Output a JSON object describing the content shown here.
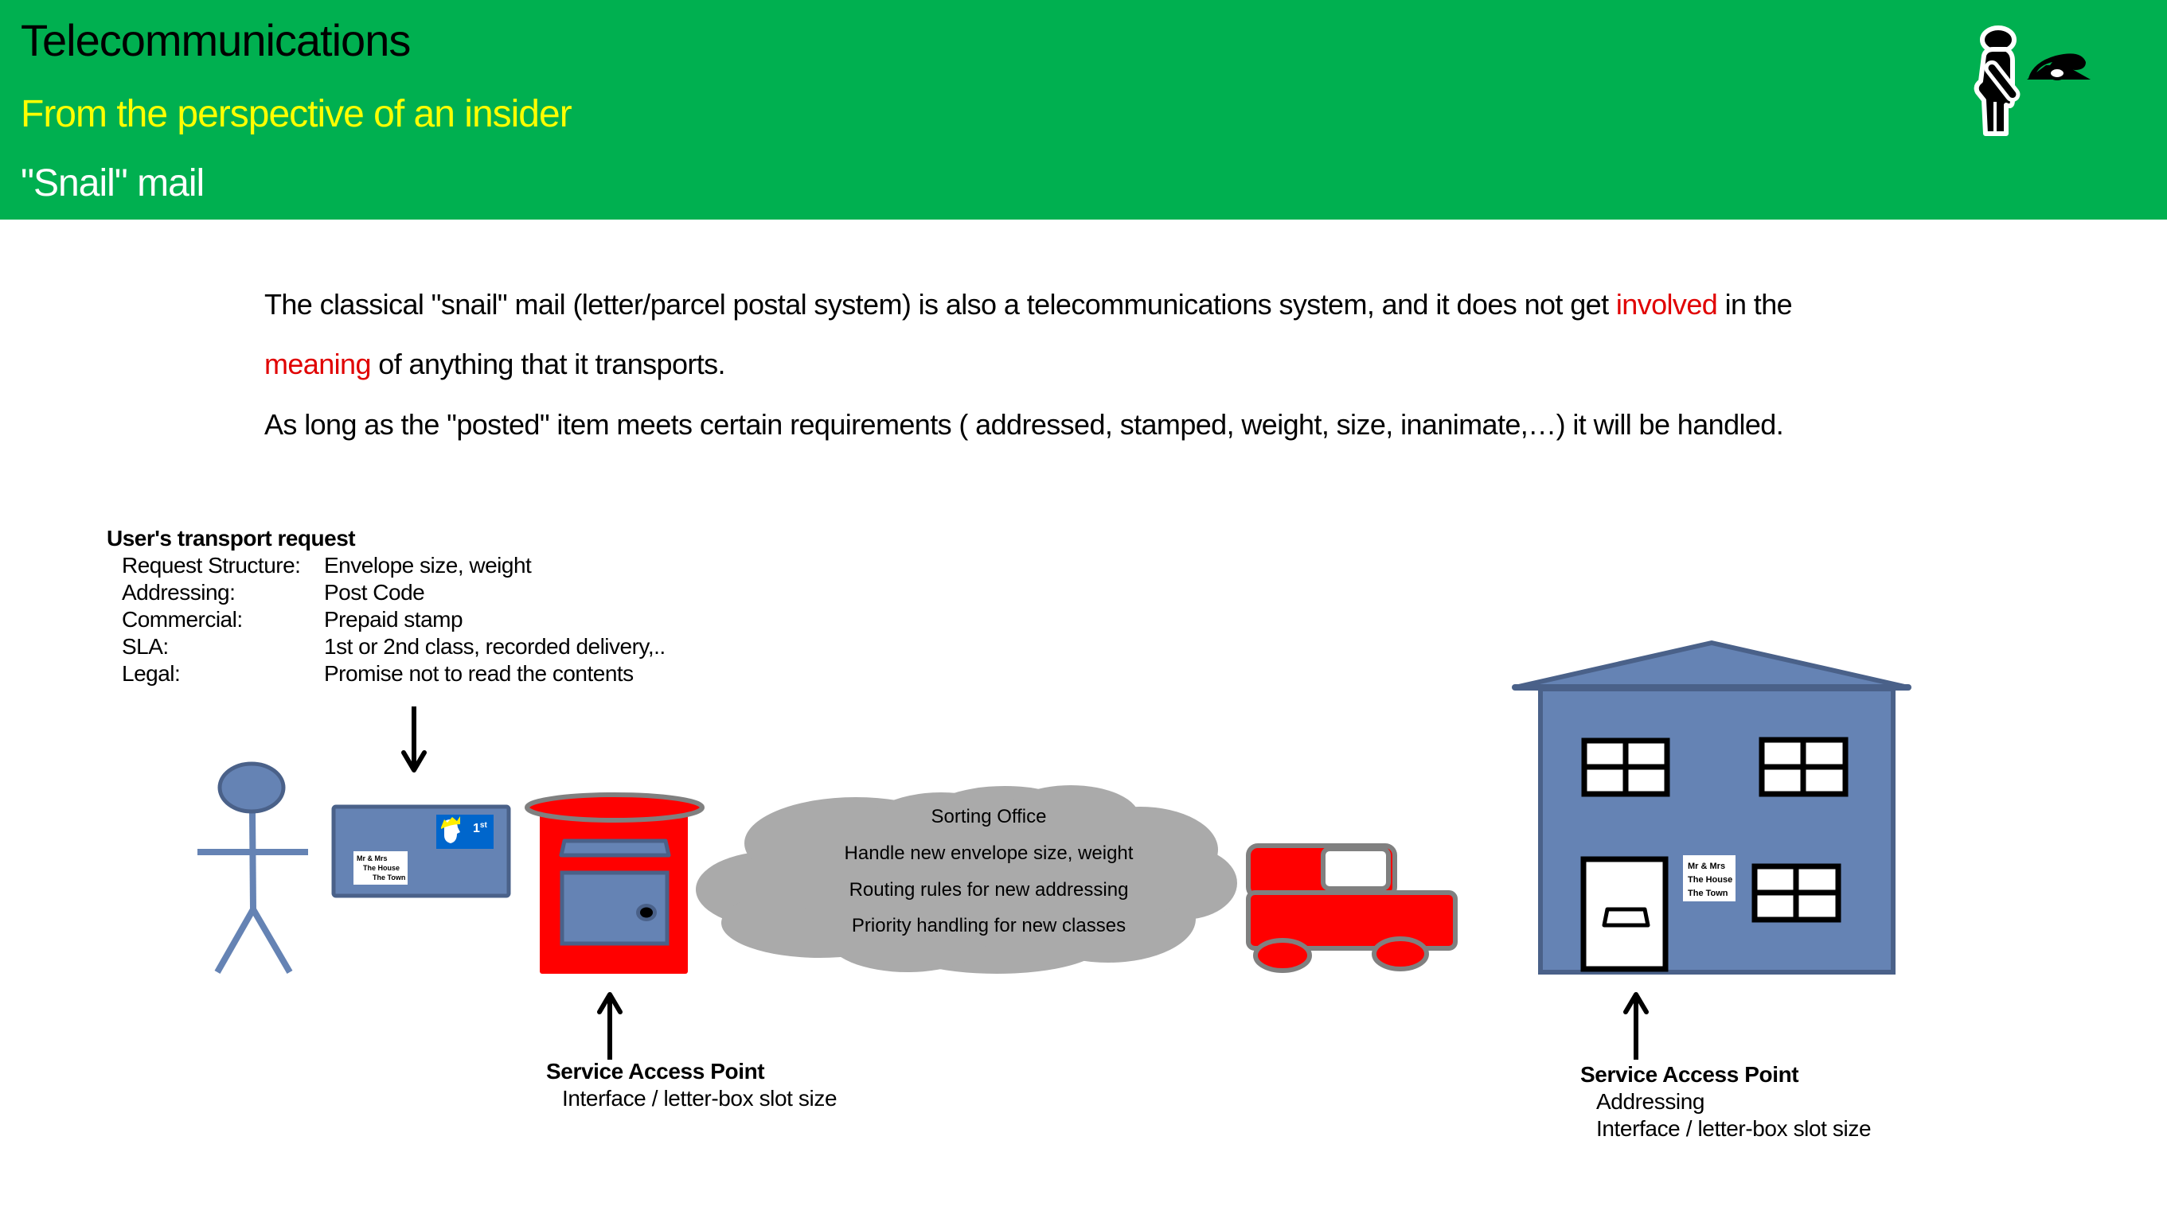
{
  "header": {
    "title": "Telecommunications",
    "subtitle": "From the perspective of an insider",
    "section": "\"Snail\" mail",
    "icon": "insider-with-telephone-icon",
    "background_color": "#00b050",
    "subtitle_color": "#ffff00"
  },
  "intro": {
    "line1_a": "The classical \"snail\" mail (letter/parcel postal system) is also a telecommunications system, and it does not get ",
    "line1_red": "involved",
    "line1_b": " in the",
    "line2_red": "meaning",
    "line2_b": " of anything that it transports.",
    "line3": "As long as the \"posted\" item meets certain requirements ( addressed, stamped, weight, size, inanimate,…) it will be handled.",
    "highlight_color": "#e00000"
  },
  "transport_request": {
    "title": "User's transport request",
    "rows": [
      {
        "key": "Request Structure:",
        "value": "Envelope size, weight"
      },
      {
        "key": "Addressing:",
        "value": "Post Code"
      },
      {
        "key": "Commercial:",
        "value": "Prepaid stamp"
      },
      {
        "key": "SLA:",
        "value": "1st or 2nd class, recorded delivery,.."
      },
      {
        "key": "Legal:",
        "value": "Promise not to read the contents"
      }
    ]
  },
  "envelope": {
    "address_lines": [
      "Mr & Mrs",
      "The House",
      "The Town"
    ],
    "stamp_class": "1",
    "stamp_suffix": "st"
  },
  "sorting_office": {
    "lines": [
      "Sorting Office",
      "Handle new envelope size, weight",
      "Routing rules for new addressing",
      "Priority handling for new classes"
    ]
  },
  "house": {
    "address_lines": [
      "Mr & Mrs",
      "The House",
      "The Town"
    ]
  },
  "sap_left": {
    "title": "Service Access Point",
    "lines": [
      "Interface  / letter-box slot size"
    ]
  },
  "sap_right": {
    "title": "Service Access Point",
    "lines": [
      "Addressing",
      "Interface  / letter-box slot size"
    ]
  },
  "colors": {
    "figure_blue": "#6583b4",
    "figure_outline": "#4a6189",
    "postbox_red": "#ff0000",
    "cloud_gray": "#aaaaaa",
    "outline_gray": "#808080"
  }
}
